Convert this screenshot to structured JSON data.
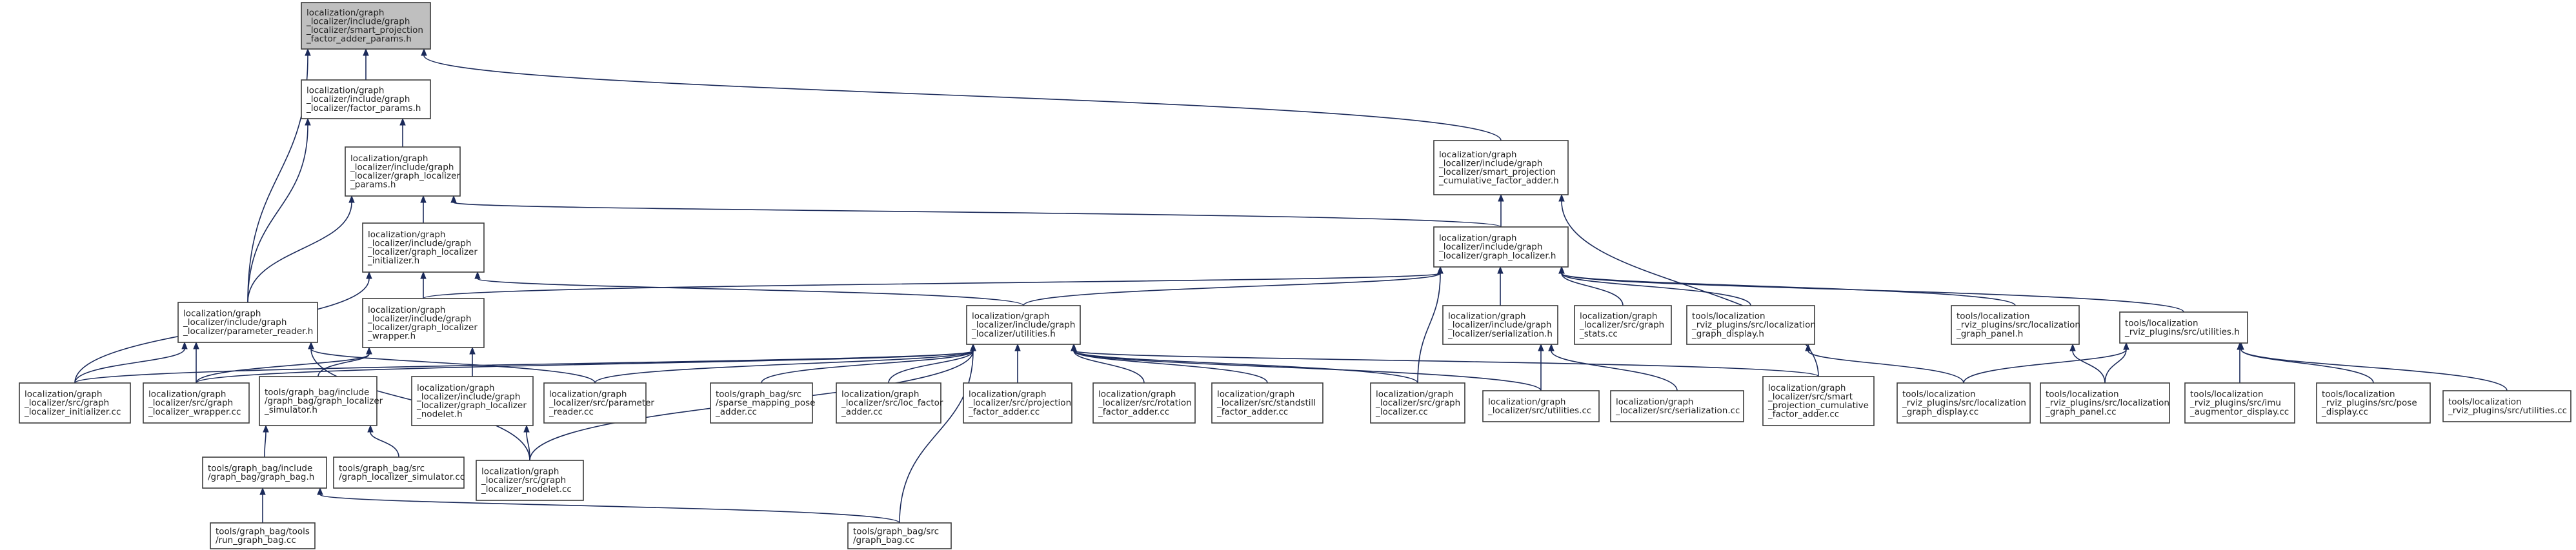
{
  "graph": {
    "title": "",
    "node_color": "#ffffff",
    "root_color": "#bfbfbf",
    "edge_color": "#1b2a5a",
    "nodes": [
      {
        "id": "root",
        "lines": [
          "localization/graph",
          "_localizer/include/graph",
          "_localizer/smart_projection",
          "_factor_adder_params.h"
        ],
        "root": true
      },
      {
        "id": "factor_params",
        "lines": [
          "localization/graph",
          "_localizer/include/graph",
          "_localizer/factor_params.h"
        ]
      },
      {
        "id": "smart_adder_h",
        "lines": [
          "localization/graph",
          "_localizer/include/graph",
          "_localizer/smart_projection",
          "_cumulative_factor_adder.h"
        ]
      },
      {
        "id": "gl_params",
        "lines": [
          "localization/graph",
          "_localizer/include/graph",
          "_localizer/graph_localizer",
          "_params.h"
        ]
      },
      {
        "id": "gl_h",
        "lines": [
          "localization/graph",
          "_localizer/include/graph",
          "_localizer/graph_localizer.h"
        ]
      },
      {
        "id": "gl_init_h",
        "lines": [
          "localization/graph",
          "_localizer/include/graph",
          "_localizer/graph_localizer",
          "_initializer.h"
        ]
      },
      {
        "id": "param_reader_h",
        "lines": [
          "localization/graph",
          "_localizer/include/graph",
          "_localizer/parameter_reader.h"
        ]
      },
      {
        "id": "gl_wrapper_h",
        "lines": [
          "localization/graph",
          "_localizer/include/graph",
          "_localizer/graph_localizer",
          "_wrapper.h"
        ]
      },
      {
        "id": "utilities_h",
        "lines": [
          "localization/graph",
          "_localizer/include/graph",
          "_localizer/utilities.h"
        ]
      },
      {
        "id": "serialization_h",
        "lines": [
          "localization/graph",
          "_localizer/include/graph",
          "_localizer/serialization.h"
        ]
      },
      {
        "id": "graph_stats_cc",
        "lines": [
          "localization/graph",
          "_localizer/src/graph",
          "_stats.cc"
        ]
      },
      {
        "id": "rviz_display_h",
        "lines": [
          "tools/localization",
          "_rviz_plugins/src/localization",
          "_graph_display.h"
        ]
      },
      {
        "id": "rviz_panel_h",
        "lines": [
          "tools/localization",
          "_rviz_plugins/src/localization",
          "_graph_panel.h"
        ]
      },
      {
        "id": "rviz_utilities_h",
        "lines": [
          "tools/localization",
          "_rviz_plugins/src/utilities.h"
        ]
      },
      {
        "id": "gl_init_cc",
        "lines": [
          "localization/graph",
          "_localizer/src/graph",
          "_localizer_initializer.cc"
        ]
      },
      {
        "id": "gl_wrapper_cc",
        "lines": [
          "localization/graph",
          "_localizer/src/graph",
          "_localizer_wrapper.cc"
        ]
      },
      {
        "id": "simulator_h",
        "lines": [
          "tools/graph_bag/include",
          "/graph_bag/graph_localizer",
          "_simulator.h"
        ]
      },
      {
        "id": "nodelet_h",
        "lines": [
          "localization/graph",
          "_localizer/include/graph",
          "_localizer/graph_localizer",
          "_nodelet.h"
        ]
      },
      {
        "id": "param_reader_cc",
        "lines": [
          "localization/graph",
          "_localizer/src/parameter",
          "_reader.cc"
        ]
      },
      {
        "id": "sparse_mapping_cc",
        "lines": [
          "tools/graph_bag/src",
          "/sparse_mapping_pose",
          "_adder.cc"
        ]
      },
      {
        "id": "loc_factor_cc",
        "lines": [
          "localization/graph",
          "_localizer/src/loc_factor",
          "_adder.cc"
        ]
      },
      {
        "id": "projection_cc",
        "lines": [
          "localization/graph",
          "_localizer/src/projection",
          "_factor_adder.cc"
        ]
      },
      {
        "id": "rotation_cc",
        "lines": [
          "localization/graph",
          "_localizer/src/rotation",
          "_factor_adder.cc"
        ]
      },
      {
        "id": "standstill_cc",
        "lines": [
          "localization/graph",
          "_localizer/src/standstill",
          "_factor_adder.cc"
        ]
      },
      {
        "id": "gl_cc",
        "lines": [
          "localization/graph",
          "_localizer/src/graph",
          "_localizer.cc"
        ]
      },
      {
        "id": "utilities_cc",
        "lines": [
          "localization/graph",
          "_localizer/src/utilities.cc"
        ]
      },
      {
        "id": "serialization_cc",
        "lines": [
          "localization/graph",
          "_localizer/src/serialization.cc"
        ]
      },
      {
        "id": "smart_adder_cc",
        "lines": [
          "localization/graph",
          "_localizer/src/smart",
          "_projection_cumulative",
          "_factor_adder.cc"
        ]
      },
      {
        "id": "rviz_display_cc",
        "lines": [
          "tools/localization",
          "_rviz_plugins/src/localization",
          "_graph_display.cc"
        ]
      },
      {
        "id": "rviz_panel_cc",
        "lines": [
          "tools/localization",
          "_rviz_plugins/src/localization",
          "_graph_panel.cc"
        ]
      },
      {
        "id": "imu_augmentor_cc",
        "lines": [
          "tools/localization",
          "_rviz_plugins/src/imu",
          "_augmentor_display.cc"
        ]
      },
      {
        "id": "pose_display_cc",
        "lines": [
          "tools/localization",
          "_rviz_plugins/src/pose",
          "_display.cc"
        ]
      },
      {
        "id": "rviz_utilities_cc",
        "lines": [
          "tools/localization",
          "_rviz_plugins/src/utilities.cc"
        ]
      },
      {
        "id": "graph_bag_h",
        "lines": [
          "tools/graph_bag/include",
          "/graph_bag/graph_bag.h"
        ]
      },
      {
        "id": "simulator_cc",
        "lines": [
          "tools/graph_bag/src",
          "/graph_localizer_simulator.cc"
        ]
      },
      {
        "id": "nodelet_cc",
        "lines": [
          "localization/graph",
          "_localizer/src/graph",
          "_localizer_nodelet.cc"
        ]
      },
      {
        "id": "run_graph_bag_cc",
        "lines": [
          "tools/graph_bag/tools",
          "/run_graph_bag.cc"
        ]
      },
      {
        "id": "graph_bag_cc",
        "lines": [
          "tools/graph_bag/src",
          "/graph_bag.cc"
        ]
      }
    ],
    "edges": [
      [
        "factor_params",
        "root"
      ],
      [
        "smart_adder_h",
        "root"
      ],
      [
        "param_reader_h",
        "root"
      ],
      [
        "gl_params",
        "factor_params"
      ],
      [
        "param_reader_h",
        "factor_params"
      ],
      [
        "gl_h",
        "smart_adder_h"
      ],
      [
        "smart_adder_cc",
        "smart_adder_h"
      ],
      [
        "gl_h",
        "gl_params"
      ],
      [
        "gl_init_h",
        "gl_params"
      ],
      [
        "param_reader_h",
        "gl_params"
      ],
      [
        "gl_wrapper_h",
        "gl_h"
      ],
      [
        "utilities_h",
        "gl_h"
      ],
      [
        "serialization_h",
        "gl_h"
      ],
      [
        "graph_stats_cc",
        "gl_h"
      ],
      [
        "rviz_display_h",
        "gl_h"
      ],
      [
        "rviz_panel_h",
        "gl_h"
      ],
      [
        "rviz_utilities_h",
        "gl_h"
      ],
      [
        "gl_cc",
        "gl_h"
      ],
      [
        "gl_wrapper_h",
        "gl_init_h"
      ],
      [
        "utilities_h",
        "gl_init_h"
      ],
      [
        "gl_init_cc",
        "gl_init_h"
      ],
      [
        "gl_init_cc",
        "param_reader_h"
      ],
      [
        "gl_wrapper_cc",
        "param_reader_h"
      ],
      [
        "param_reader_cc",
        "param_reader_h"
      ],
      [
        "nodelet_cc",
        "param_reader_h"
      ],
      [
        "gl_wrapper_cc",
        "gl_wrapper_h"
      ],
      [
        "simulator_h",
        "gl_wrapper_h"
      ],
      [
        "nodelet_h",
        "gl_wrapper_h"
      ],
      [
        "gl_init_cc",
        "utilities_h"
      ],
      [
        "gl_wrapper_cc",
        "utilities_h"
      ],
      [
        "param_reader_cc",
        "utilities_h"
      ],
      [
        "sparse_mapping_cc",
        "utilities_h"
      ],
      [
        "loc_factor_cc",
        "utilities_h"
      ],
      [
        "projection_cc",
        "utilities_h"
      ],
      [
        "rotation_cc",
        "utilities_h"
      ],
      [
        "standstill_cc",
        "utilities_h"
      ],
      [
        "gl_cc",
        "utilities_h"
      ],
      [
        "utilities_cc",
        "utilities_h"
      ],
      [
        "smart_adder_cc",
        "utilities_h"
      ],
      [
        "nodelet_cc",
        "utilities_h"
      ],
      [
        "graph_bag_cc",
        "utilities_h"
      ],
      [
        "utilities_cc",
        "serialization_h"
      ],
      [
        "serialization_cc",
        "serialization_h"
      ],
      [
        "rviz_display_cc",
        "rviz_display_h"
      ],
      [
        "rviz_panel_cc",
        "rviz_panel_h"
      ],
      [
        "rviz_display_cc",
        "rviz_utilities_h"
      ],
      [
        "rviz_panel_cc",
        "rviz_utilities_h"
      ],
      [
        "imu_augmentor_cc",
        "rviz_utilities_h"
      ],
      [
        "pose_display_cc",
        "rviz_utilities_h"
      ],
      [
        "rviz_utilities_cc",
        "rviz_utilities_h"
      ],
      [
        "graph_bag_h",
        "simulator_h"
      ],
      [
        "simulator_cc",
        "simulator_h"
      ],
      [
        "nodelet_cc",
        "nodelet_h"
      ],
      [
        "run_graph_bag_cc",
        "graph_bag_h"
      ],
      [
        "graph_bag_cc",
        "graph_bag_h"
      ]
    ]
  }
}
